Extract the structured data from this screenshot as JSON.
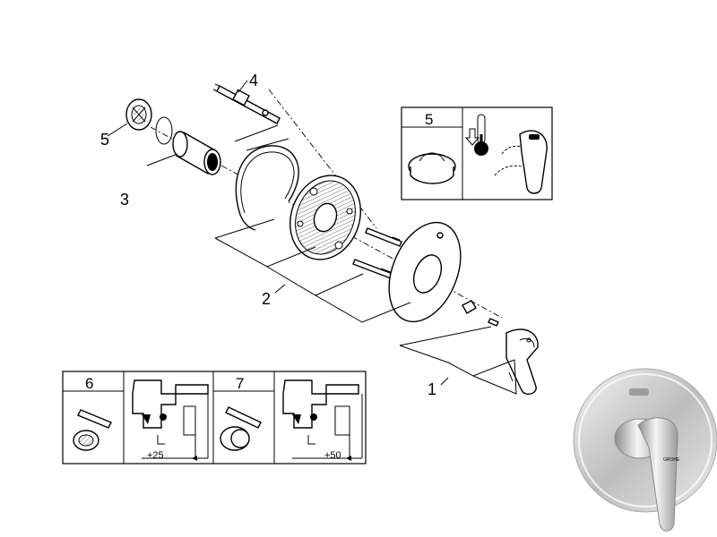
{
  "diagram": {
    "callouts": [
      {
        "id": "1",
        "label": "1"
      },
      {
        "id": "2",
        "label": "2"
      },
      {
        "id": "3",
        "label": "3"
      },
      {
        "id": "4",
        "label": "4"
      },
      {
        "id": "5",
        "label": "5"
      }
    ],
    "inset_5": {
      "label": "5"
    },
    "inset_6": {
      "label": "6",
      "dimension": "+25"
    },
    "inset_7": {
      "label": "7",
      "dimension": "+50"
    },
    "product_photo": {
      "brand": "GROHE"
    }
  },
  "colors": {
    "lines": "#000000",
    "background": "#ffffff",
    "chrome": "#c8c8c8"
  }
}
